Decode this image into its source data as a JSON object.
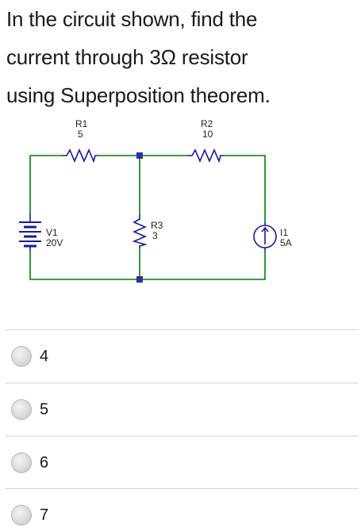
{
  "question": {
    "lines": [
      "In the circuit shown, find the",
      "current through 3Ω resistor",
      "using Superposition theorem."
    ]
  },
  "circuit": {
    "r1": {
      "name": "R1",
      "value": "5"
    },
    "r2": {
      "name": "R2",
      "value": "10"
    },
    "r3": {
      "name": "R3",
      "value": "3"
    },
    "v1": {
      "name": "V1",
      "value": "20V"
    },
    "i1": {
      "name": "I1",
      "value": "5A"
    },
    "colors": {
      "wire": "#008000",
      "component": "#1a1a9c",
      "node": "#2e2ea0"
    }
  },
  "options": [
    {
      "label": "4"
    },
    {
      "label": "5"
    },
    {
      "label": "6"
    },
    {
      "label": "7"
    }
  ]
}
